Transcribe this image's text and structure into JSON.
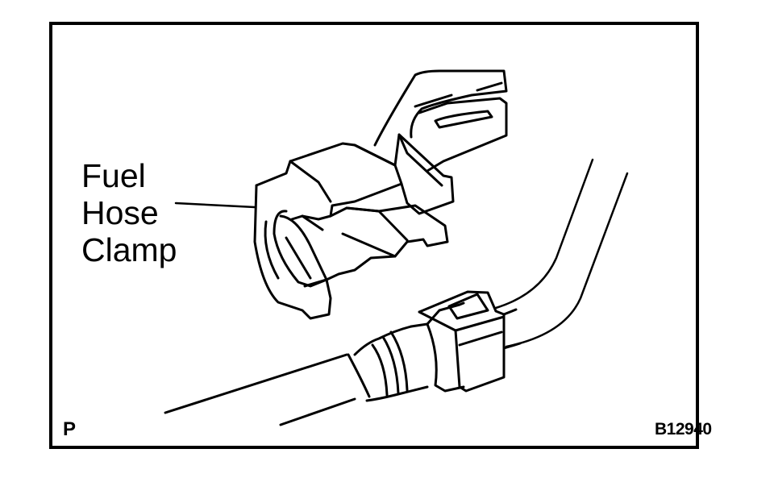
{
  "figure": {
    "callout_label": {
      "lines": [
        "Fuel",
        "Hose",
        "Clamp"
      ]
    },
    "corner_mark": "P",
    "figure_id": "B12940",
    "parts": [
      "fuel-hose-clamp",
      "fuel-hose",
      "quick-connector",
      "fuel-pipe"
    ],
    "colors": {
      "line": "#000000",
      "background": "#ffffff"
    }
  }
}
